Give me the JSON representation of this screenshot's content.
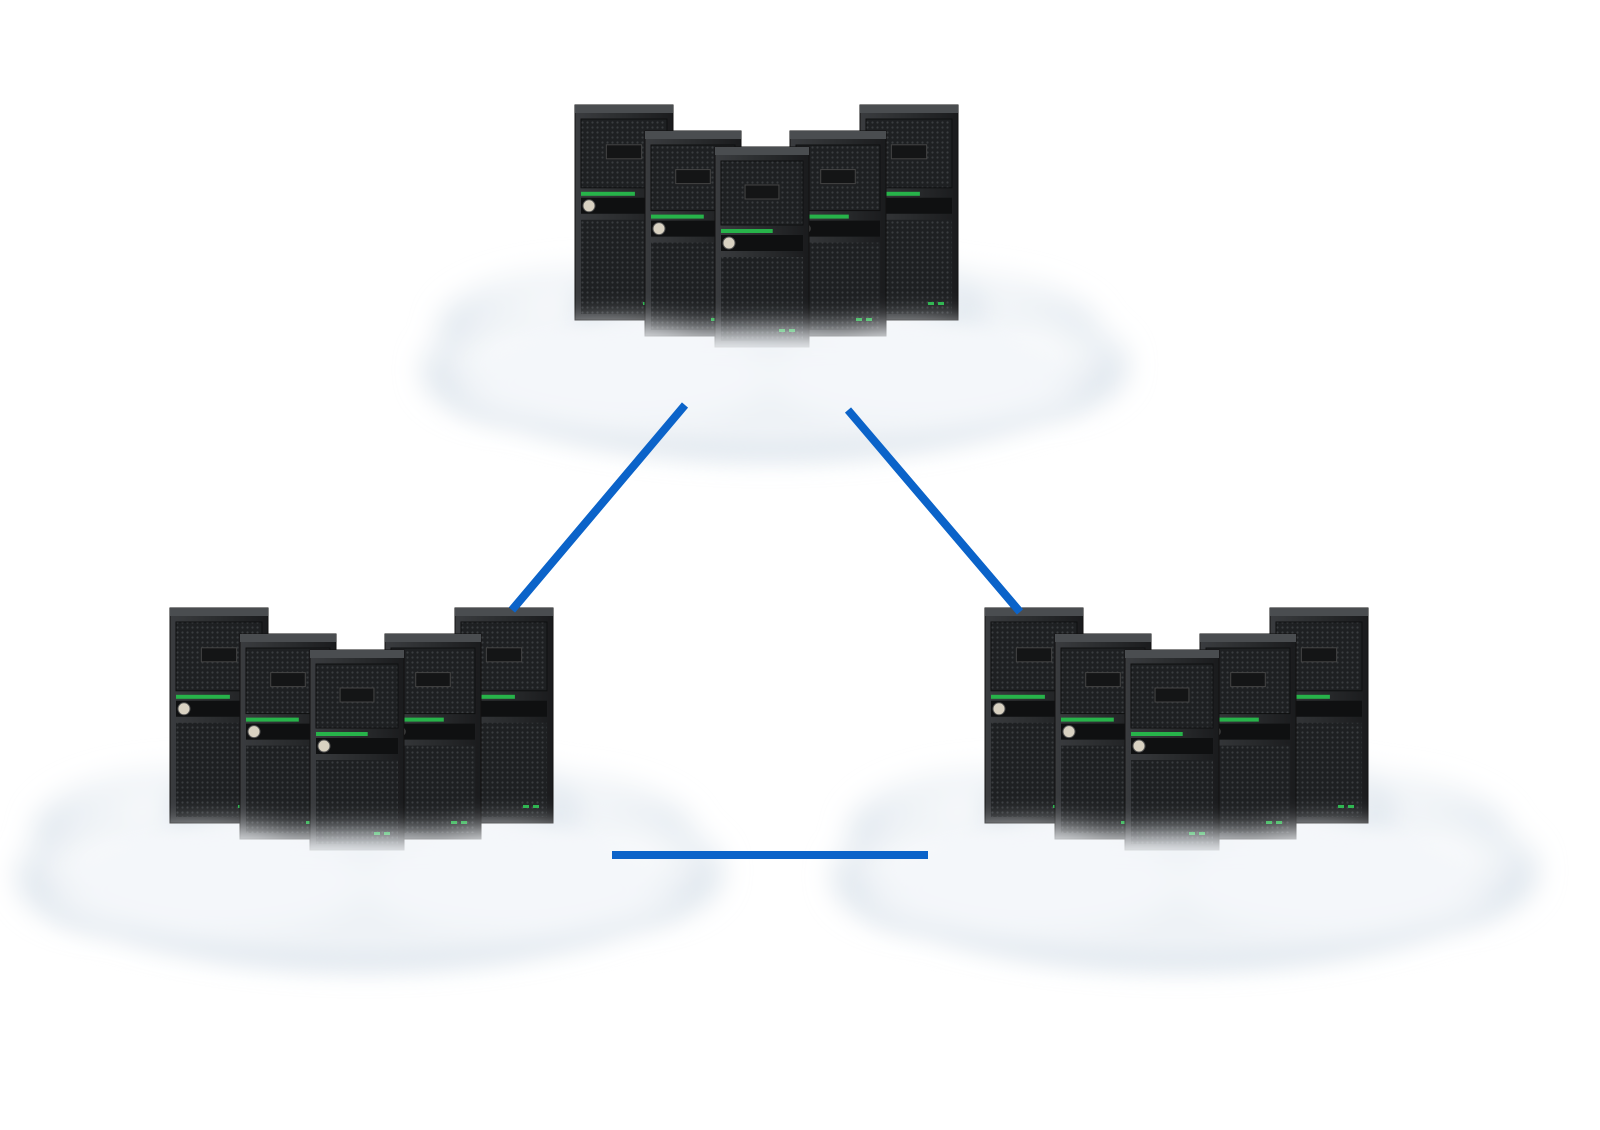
{
  "clusters": [
    {
      "id": "top",
      "servers": 5
    },
    {
      "id": "bottom-left",
      "servers": 5
    },
    {
      "id": "bottom-right",
      "servers": 5
    }
  ],
  "links": [
    {
      "from": "top",
      "to": "bottom-left"
    },
    {
      "from": "top",
      "to": "bottom-right"
    },
    {
      "from": "bottom-left",
      "to": "bottom-right"
    }
  ],
  "colors": {
    "background": "#ffffff",
    "link": "#0b63c9",
    "server_body": "#2a2c2e",
    "server_front": "#1c1e20",
    "server_accent": "#27b34a",
    "cloud": "#e8eef4"
  }
}
